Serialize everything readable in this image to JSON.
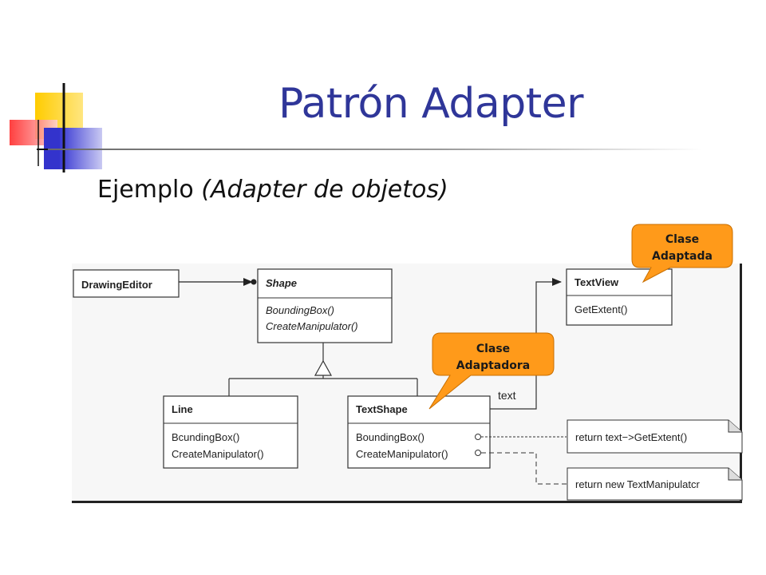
{
  "slide": {
    "title": "Patrón Adapter",
    "subtitle_main": "Ejemplo ",
    "subtitle_paren": "(Adapter de objetos)"
  },
  "classes": {
    "drawing_editor": "DrawingEditor",
    "shape": {
      "name": "Shape",
      "op1": "BoundingBox()",
      "op2": "CreateManipulator()"
    },
    "line": {
      "name": "Line",
      "op1": "BcundingBox()",
      "op2": "CreateManipulator()"
    },
    "textshape": {
      "name": "TextShape",
      "op1": "BoundingBox()",
      "op2": "CreateManipulator()"
    },
    "textview": {
      "name": "TextView",
      "op1": "GetExtent()"
    }
  },
  "association_label": "text",
  "notes": {
    "note1": "return text−>GetExtent()",
    "note2": "return new TextManipulatcr"
  },
  "callouts": {
    "adaptada_line1": "Clase",
    "adaptada_line2": "Adaptada",
    "adaptadora_line1": "Clase",
    "adaptadora_line2": "Adaptadora"
  },
  "colors": {
    "title": "#2f3699",
    "callout_fill": "#ff9a1a",
    "logo_yellow": "#ffcc00",
    "logo_blue": "#3333cc",
    "logo_red": "#ff3333"
  }
}
